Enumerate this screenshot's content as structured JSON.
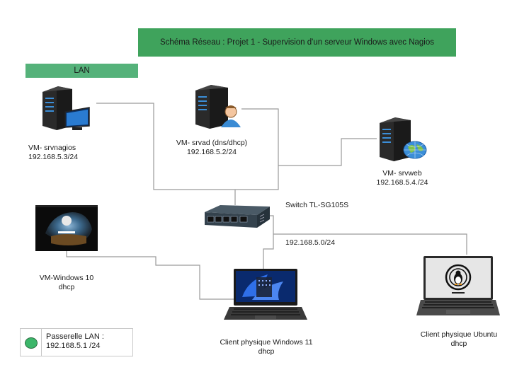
{
  "diagram": {
    "title": "Schéma Réseau : Projet 1 - Supervision d'un serveur Windows avec Nagios",
    "zone_label": "LAN",
    "colors": {
      "title_bg": "#3fa35c",
      "lan_bg": "#55b27a",
      "wire": "#9a9a9a",
      "gateway_dot": "#3cb66a"
    },
    "nodes": [
      {
        "id": "srvnagios",
        "icon": "server-monitor-icon",
        "name": "VM- srvnagios",
        "detail": "192.168.5.3/24"
      },
      {
        "id": "srvad",
        "icon": "server-user-icon",
        "name": "VM- srvad (dns/dhcp)",
        "detail": "192.168.5.2/24"
      },
      {
        "id": "srvweb",
        "icon": "server-globe-icon",
        "name": "VM- srvweb",
        "detail": "192.168.5.4./24"
      },
      {
        "id": "switch",
        "icon": "network-switch-icon",
        "name": "Switch TL-SG105S",
        "detail": ""
      },
      {
        "id": "win10",
        "icon": "windows-login-screen-icon",
        "name": "VM-Windows 10",
        "detail": "dhcp"
      },
      {
        "id": "win11",
        "icon": "laptop-windows11-icon",
        "name": "Client physique Windows 11",
        "detail": "dhcp"
      },
      {
        "id": "ubuntu",
        "icon": "laptop-ubuntu-icon",
        "name": "Client physique Ubuntu",
        "detail": "dhcp"
      }
    ],
    "subnet_label": "192.168.5.0/24",
    "links": [
      {
        "from": "srvnagios",
        "to": "switch"
      },
      {
        "from": "srvad",
        "to": "switch"
      },
      {
        "from": "srvweb",
        "to": "switch"
      },
      {
        "from": "win10",
        "to": "win11"
      },
      {
        "from": "switch",
        "to": "win11"
      },
      {
        "from": "switch",
        "to": "ubuntu"
      }
    ],
    "legend": {
      "line1": "Passerelle LAN :",
      "line2": "192.168.5.1 /24"
    }
  }
}
